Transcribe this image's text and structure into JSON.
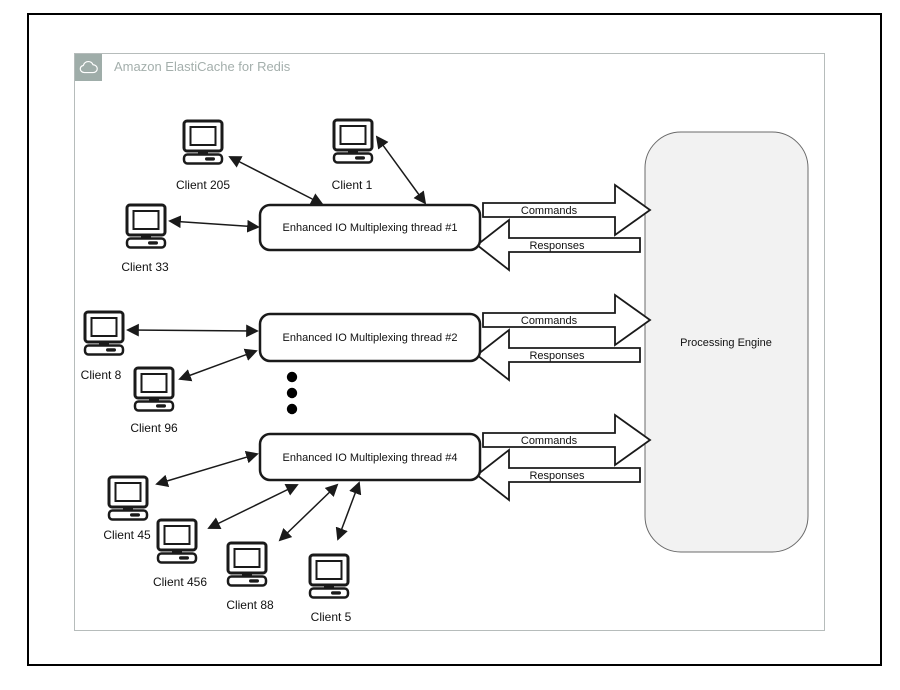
{
  "header": {
    "title": "Amazon ElastiCache for Redis",
    "icon": "cloud-icon",
    "icon_bg": "#9fada9",
    "title_color": "#a4afac"
  },
  "engine": {
    "label": "Processing Engine",
    "fill": "#f2f2f2"
  },
  "threads": [
    {
      "label": "Enhanced IO Multiplexing thread #1"
    },
    {
      "label": "Enhanced IO Multiplexing thread #2"
    },
    {
      "label": "Enhanced IO Multiplexing thread #4"
    }
  ],
  "flow": {
    "commands": "Commands",
    "responses": "Responses"
  },
  "clients": [
    {
      "label": "Client 205"
    },
    {
      "label": "Client 1"
    },
    {
      "label": "Client 33"
    },
    {
      "label": "Client 8"
    },
    {
      "label": "Client 96"
    },
    {
      "label": "Client 45"
    },
    {
      "label": "Client 456"
    },
    {
      "label": "Client 88"
    },
    {
      "label": "Client 5"
    }
  ],
  "icons": {
    "header": "cloud-icon",
    "client": "desktop-computer-icon",
    "more_threads": "vertical-ellipsis-dots"
  }
}
